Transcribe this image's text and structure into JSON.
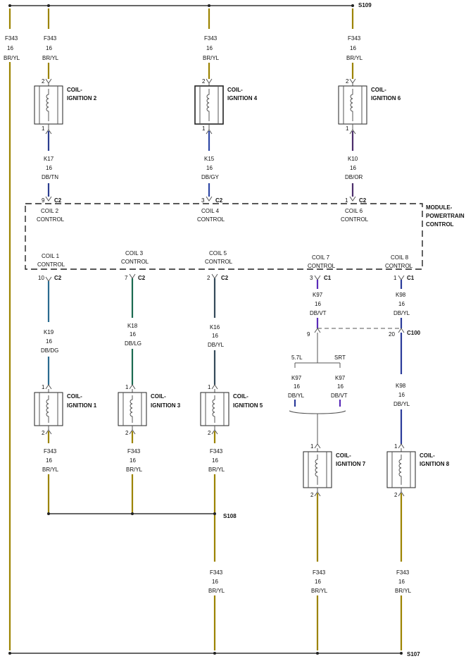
{
  "colors": {
    "br_yl": "#9c8400",
    "db_tn": "#2b3d8f",
    "db_gy": "#2f48a5",
    "db_or": "#4b2d6b",
    "db_dg": "#2a6b8f",
    "db_lg": "#1a6a50",
    "db_yl": "#2a3a9a",
    "db_vt": "#5a2bb8",
    "k16": "#344a5a"
  },
  "splices": {
    "s109": "S109",
    "s108": "S108",
    "s107": "S107",
    "c100": "C100"
  },
  "wires": {
    "f343": {
      "circuit": "F343",
      "gauge": "16",
      "color": "BR/YL"
    },
    "k17": {
      "circuit": "K17",
      "gauge": "16",
      "color": "DB/TN"
    },
    "k15": {
      "circuit": "K15",
      "gauge": "16",
      "color": "DB/GY"
    },
    "k10": {
      "circuit": "K10",
      "gauge": "16",
      "color": "DB/OR"
    },
    "k19": {
      "circuit": "K19",
      "gauge": "16",
      "color": "DB/DG"
    },
    "k18": {
      "circuit": "K18",
      "gauge": "16",
      "color": "DB/LG"
    },
    "k16": {
      "circuit": "K16",
      "gauge": "16",
      "color": "DB/YL"
    },
    "k97": {
      "circuit": "K97",
      "gauge": "16",
      "color": "DB/VT"
    },
    "k98": {
      "circuit": "K98",
      "gauge": "16",
      "color": "DB/YL"
    }
  },
  "variants": {
    "v57": "5.7L",
    "srt": "SRT"
  },
  "coils": {
    "c1": {
      "l1": "COIL-",
      "l2": "IGNITION 1"
    },
    "c2": {
      "l1": "COIL-",
      "l2": "IGNITION 2"
    },
    "c3": {
      "l1": "COIL-",
      "l2": "IGNITION 3"
    },
    "c4": {
      "l1": "COIL-",
      "l2": "IGNITION 4"
    },
    "c5": {
      "l1": "COIL-",
      "l2": "IGNITION 5"
    },
    "c6": {
      "l1": "COIL-",
      "l2": "IGNITION 6"
    },
    "c7": {
      "l1": "COIL-",
      "l2": "IGNITION 7"
    },
    "c8": {
      "l1": "COIL-",
      "l2": "IGNITION 8"
    }
  },
  "pcm": {
    "title1": "MODULE-",
    "title2": "POWERTRAIN",
    "title3": "CONTROL",
    "control": "CONTROL",
    "coil1": "COIL 1",
    "coil2": "COIL 2",
    "coil3": "COIL 3",
    "coil4": "COIL 4",
    "coil5": "COIL 5",
    "coil6": "COIL 6",
    "coil7": "COIL 7",
    "coil8": "COIL 8"
  },
  "connectors": {
    "c1": "C1",
    "c2": "C2"
  },
  "pins": {
    "p1": "1",
    "p2": "2",
    "p3": "3",
    "p7": "7",
    "p9": "9",
    "p10": "10",
    "p20": "20"
  }
}
